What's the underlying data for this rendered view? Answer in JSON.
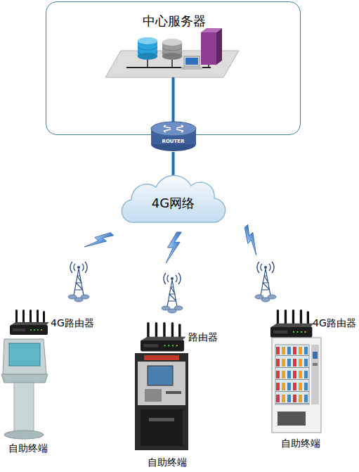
{
  "diagram": {
    "nodes": [
      {
        "text": [
          "中心服务器"
        ]
      },
      {
        "text": [
          "ROUTER"
        ]
      },
      {
        "text": [
          "4G网络"
        ]
      },
      {
        "text": [
          "4G路由器"
        ]
      },
      {
        "text": [
          "路由器"
        ]
      },
      {
        "text": [
          "4G路由器"
        ]
      },
      {
        "text": [
          "自助终端"
        ]
      },
      {
        "text": [
          "自助终端"
        ]
      },
      {
        "text": [
          "自助终端"
        ]
      }
    ],
    "edges": [
      {
        "from": 0,
        "to": 1,
        "arrow": "none"
      },
      {
        "from": 1,
        "to": 2,
        "arrow": "none"
      }
    ]
  }
}
